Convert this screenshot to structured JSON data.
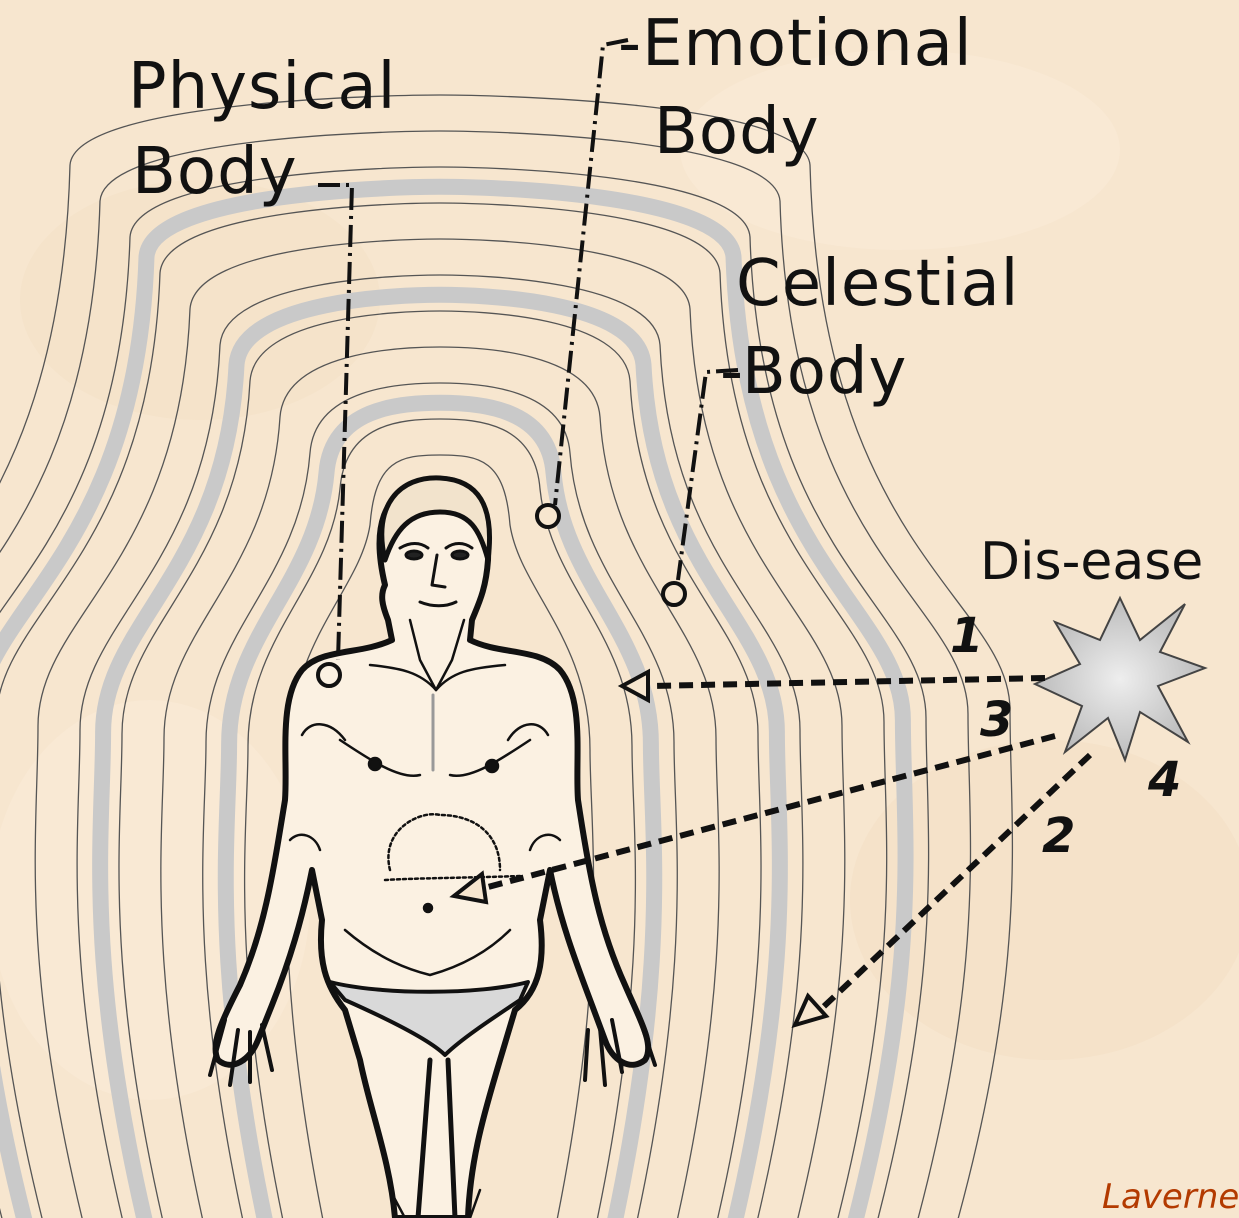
{
  "labels": {
    "physical_line1": "Physical",
    "physical_line2": "Body",
    "emotional_line1": "-Emotional",
    "emotional_line2": "Body",
    "celestial_line1": "Celestial",
    "celestial_line2": "-Body",
    "disease": "Dis-ease"
  },
  "paths": [
    "1",
    "2",
    "3",
    "4"
  ],
  "credit": "Laverne",
  "colors": {
    "background": "#f7e6cf",
    "band": "#c9c9c9",
    "line": "#111111",
    "credit": "#b33a00"
  }
}
